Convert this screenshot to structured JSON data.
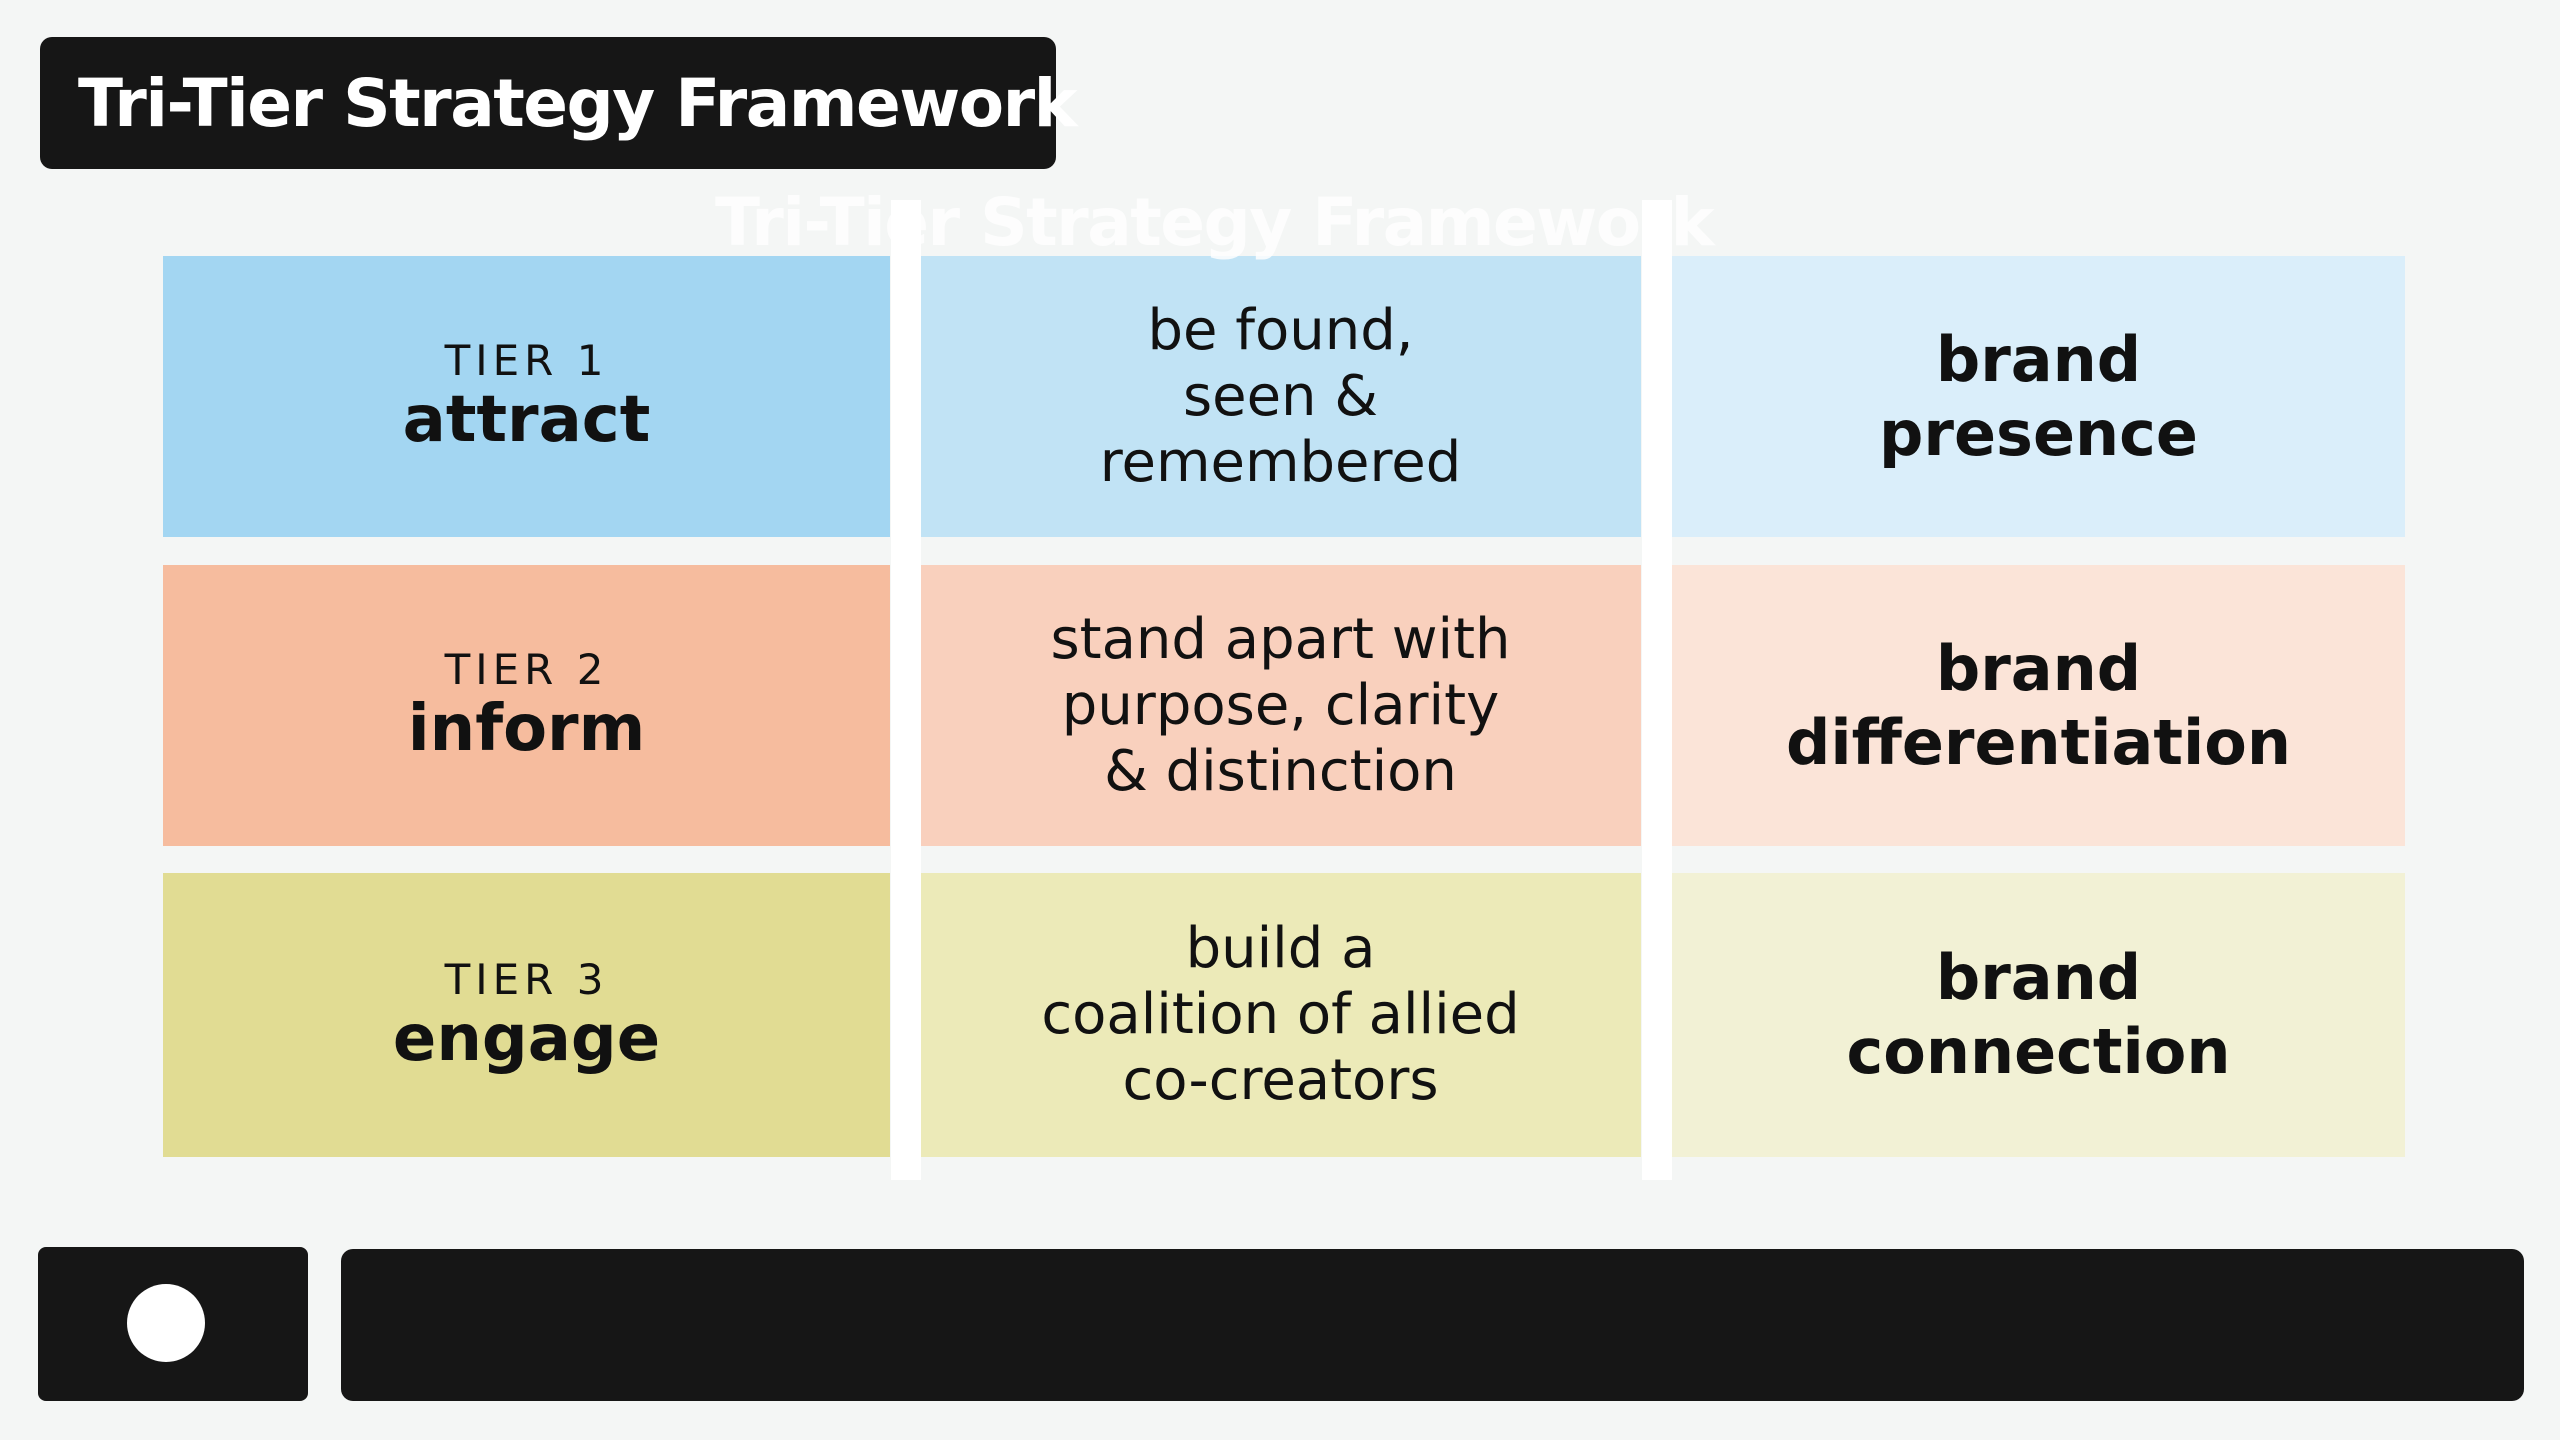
{
  "title": "Tri-Tier Strategy Framework",
  "ghost_title": "Tri-Tier Strategy Framework",
  "rows": [
    {
      "tier_label": "TIER 1",
      "tier_name": "attract",
      "description": "be found,\nseen &\nremembered",
      "outcome": "brand\npresence",
      "colors": {
        "primary": "#a3d6f2",
        "secondary": "#c1e3f5",
        "tertiary": "#daeefa"
      }
    },
    {
      "tier_label": "TIER 2",
      "tier_name": "inform",
      "description": "stand apart with\npurpose, clarity\n& distinction",
      "outcome": "brand\ndifferentiation",
      "colors": {
        "primary": "#f6bc9e",
        "secondary": "#f9d0bd",
        "tertiary": "#fbe4d8"
      }
    },
    {
      "tier_label": "TIER 3",
      "tier_name": "engage",
      "description": "build a\ncoalition of allied\nco-creators",
      "outcome": "brand\nconnection",
      "colors": {
        "primary": "#e1dc93",
        "secondary": "#eceab8",
        "tertiary": "#f2f1d5"
      }
    }
  ],
  "bottom": {
    "left_icon": "circle-dot-icon"
  }
}
